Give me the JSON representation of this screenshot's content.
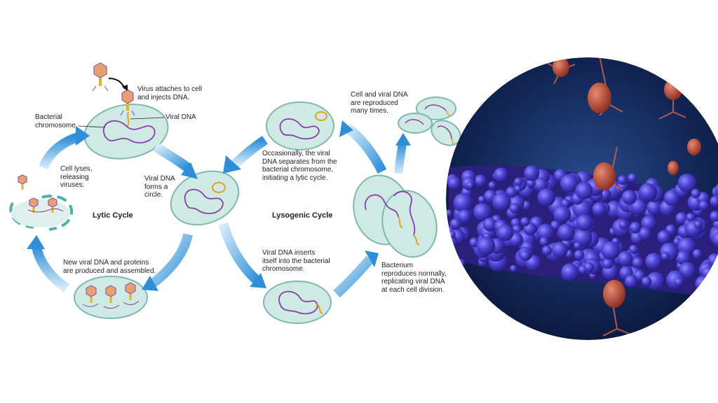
{
  "lytic": {
    "title": "Lytic Cycle",
    "labels": {
      "virus_attaches": "Virus attaches to cell\nand injects DNA.",
      "viral_dna": "Viral DNA",
      "bacterial_chromosome": "Bacterial\nchromosome",
      "cell_lyses": "Cell lyses,\nreleasing\nviruses.",
      "viral_dna_circle": "Viral DNA\nforms a\ncircle.",
      "new_viral_dna": "New viral DNA and proteins\nare produced and assembled."
    }
  },
  "lysogenic": {
    "title": "Lysogenic Cycle",
    "labels": {
      "occasionally": "Occasionally, the viral\nDNA separates from the\nbacterial chromosome,\ninitiating a lytic cycle.",
      "cell_and_viral": "Cell and viral DNA\nare reproduced\nmany times.",
      "viral_dna_inserts": "Viral DNA inserts\nitself into the bacterial\nchromosome.",
      "bacterium_reproduces": "Bacterium\nreproduces normally,\nreplicating viral DNA\nat each cell division."
    }
  },
  "colors": {
    "cell_fill": "#cfe9e4",
    "cell_stroke": "#7fb8b0",
    "chromosome": "#8a3fa8",
    "viral_dna": "#e0a020",
    "arrow": "#2e8fd8",
    "arrow_light": "#a9d3f2",
    "phage_head": "#e8a070",
    "phage_tail": "#e8b020",
    "bacterium": "#3a3ab8",
    "bg_dark": "#0e1f48"
  },
  "icons": [
    "bacteriophage-icon",
    "curved-arrow-icon"
  ]
}
